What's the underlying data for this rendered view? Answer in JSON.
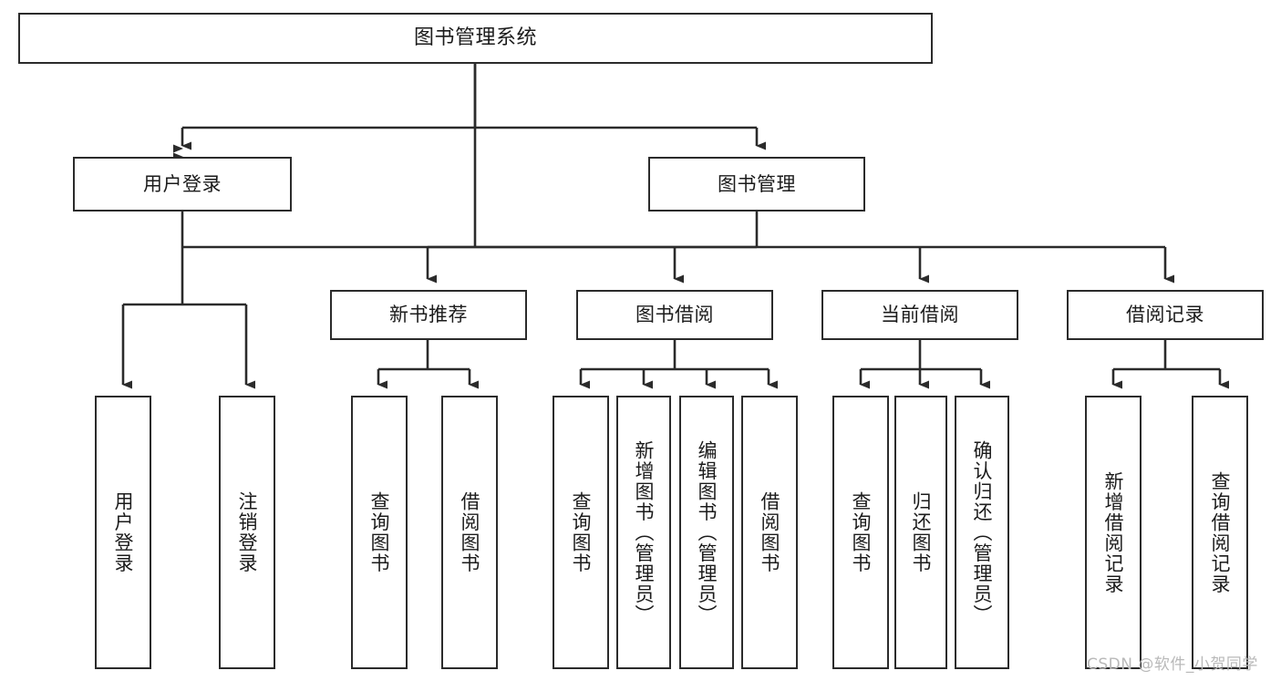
{
  "diagram": {
    "title": "图书管理系统",
    "type": "tree-hierarchy-chart",
    "background_color": "#ffffff",
    "line_color": "#2b2b2b",
    "text_color": "#1b1b1b",
    "watermark": "CSDN @软件_小贺同学",
    "levels": {
      "root": {
        "label": "图书管理系统"
      },
      "level2": [
        {
          "id": "user-login",
          "label": "用户登录"
        },
        {
          "id": "book-management",
          "label": "图书管理"
        }
      ],
      "level3": [
        {
          "id": "new-book-recommend",
          "label": "新书推荐",
          "parent": "book-management"
        },
        {
          "id": "book-borrow",
          "label": "图书借阅",
          "parent": "book-management"
        },
        {
          "id": "current-borrow",
          "label": "当前借阅",
          "parent": "book-management"
        },
        {
          "id": "borrow-record",
          "label": "借阅记录",
          "parent": "book-management"
        }
      ],
      "leaves": {
        "user-login": [
          {
            "id": "leaf-user-login",
            "label": "用户登录"
          },
          {
            "id": "leaf-user-logout",
            "label": "注销登录"
          }
        ],
        "new-book-recommend": [
          {
            "id": "leaf-query-book-1",
            "label": "查询图书"
          },
          {
            "id": "leaf-borrow-book-1",
            "label": "借阅图书"
          }
        ],
        "book-borrow": [
          {
            "id": "leaf-query-book-2",
            "label": "查询图书"
          },
          {
            "id": "leaf-add-book",
            "label": "新增图书（管理员）"
          },
          {
            "id": "leaf-edit-book",
            "label": "编辑图书（管理员）"
          },
          {
            "id": "leaf-borrow-book-2",
            "label": "借阅图书"
          }
        ],
        "current-borrow": [
          {
            "id": "leaf-query-book-3",
            "label": "查询图书"
          },
          {
            "id": "leaf-return-book",
            "label": "归还图书"
          },
          {
            "id": "leaf-confirm-return",
            "label": "确认归还（管理员）"
          }
        ],
        "borrow-record": [
          {
            "id": "leaf-add-record",
            "label": "新增借阅记录"
          },
          {
            "id": "leaf-query-record",
            "label": "查询借阅记录"
          }
        ]
      }
    }
  }
}
